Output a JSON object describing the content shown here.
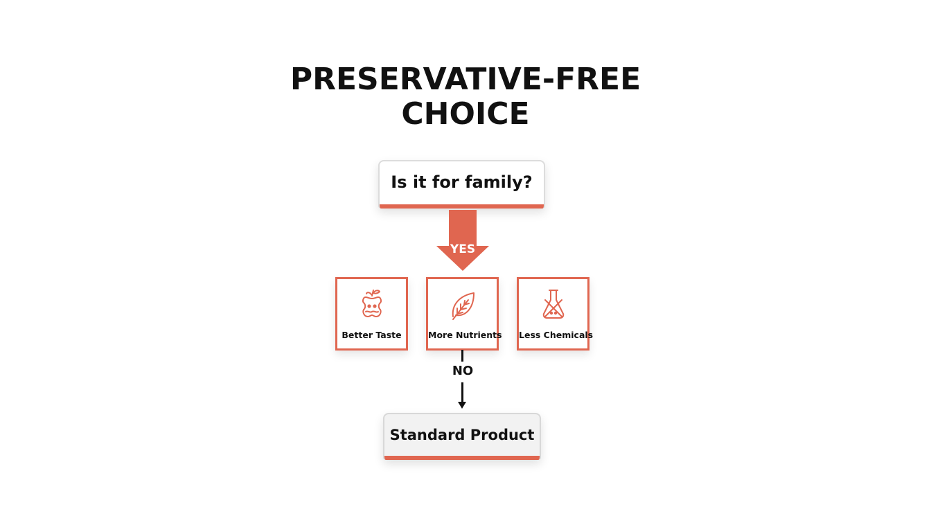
{
  "title": {
    "line1": "PRESERVATIVE-FREE",
    "line2": "CHOICE"
  },
  "question": {
    "label": "Is it for family?"
  },
  "yes_branch": {
    "label": "YES"
  },
  "benefits": [
    {
      "label": "Better Taste",
      "icon": "apple-core-icon"
    },
    {
      "label": "More Nutrients",
      "icon": "leaf-icon"
    },
    {
      "label": "Less Chemicals",
      "icon": "crossed-flask-icon"
    }
  ],
  "no_branch": {
    "label": "NO"
  },
  "outcome": {
    "label": "Standard Product"
  },
  "colors": {
    "accent": "#e06650",
    "text": "#111111",
    "box_bg": "#ffffff",
    "outcome_bg": "#f2f2f2"
  }
}
